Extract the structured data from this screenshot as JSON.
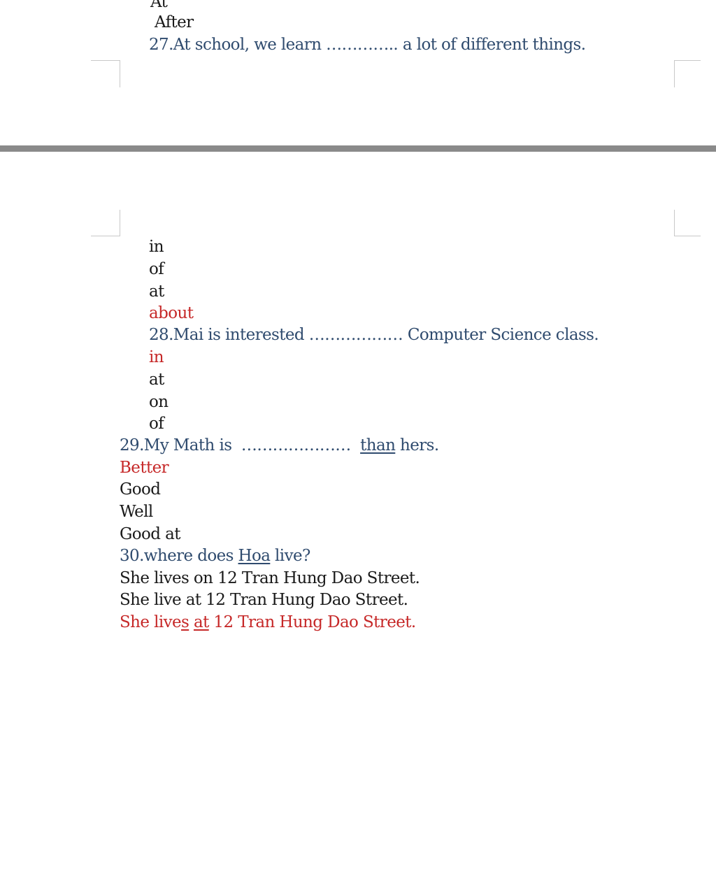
{
  "q26_tail": {
    "opt_cut": "At",
    "opt_after": "After"
  },
  "q27": {
    "number": "27.",
    "before": "At school, we learn ",
    "blank": "…………..",
    "after": " a lot of different things.",
    "options": [
      "in",
      "of",
      "at",
      "about"
    ],
    "answer_index": 3
  },
  "q28": {
    "number": "28.",
    "before": "Mai is interested ",
    "blank": "………………",
    "after": " Computer Science class.",
    "options": [
      "in",
      "at",
      "on",
      "of"
    ],
    "answer_index": 0
  },
  "q29": {
    "number": "29.",
    "before": "My Math is  ",
    "blank": "…………………",
    "gap": "  ",
    "underlined": "than",
    "after": " hers.",
    "options": [
      "Better",
      "Good",
      "Well",
      "Good at"
    ],
    "answer_index": 0
  },
  "q30": {
    "number": "30.",
    "before": "where does ",
    "underlined": "Hoa",
    "after": " live?",
    "option_1": "She lives on 12 Tran Hung Dao Street.",
    "option_2": "She live at 12 Tran Hung Dao Street.",
    "option_3_a": "She live",
    "option_3_b": "s",
    "option_3_c": " ",
    "option_3_d": "at",
    "option_3_e": " 12 Tran Hung Dao Street.",
    "answer_index": 2
  },
  "colors": {
    "question": "#2f4b6e",
    "answer": "#c62828",
    "text": "#1a1a1a",
    "page_gap": "#8a8a8a"
  }
}
